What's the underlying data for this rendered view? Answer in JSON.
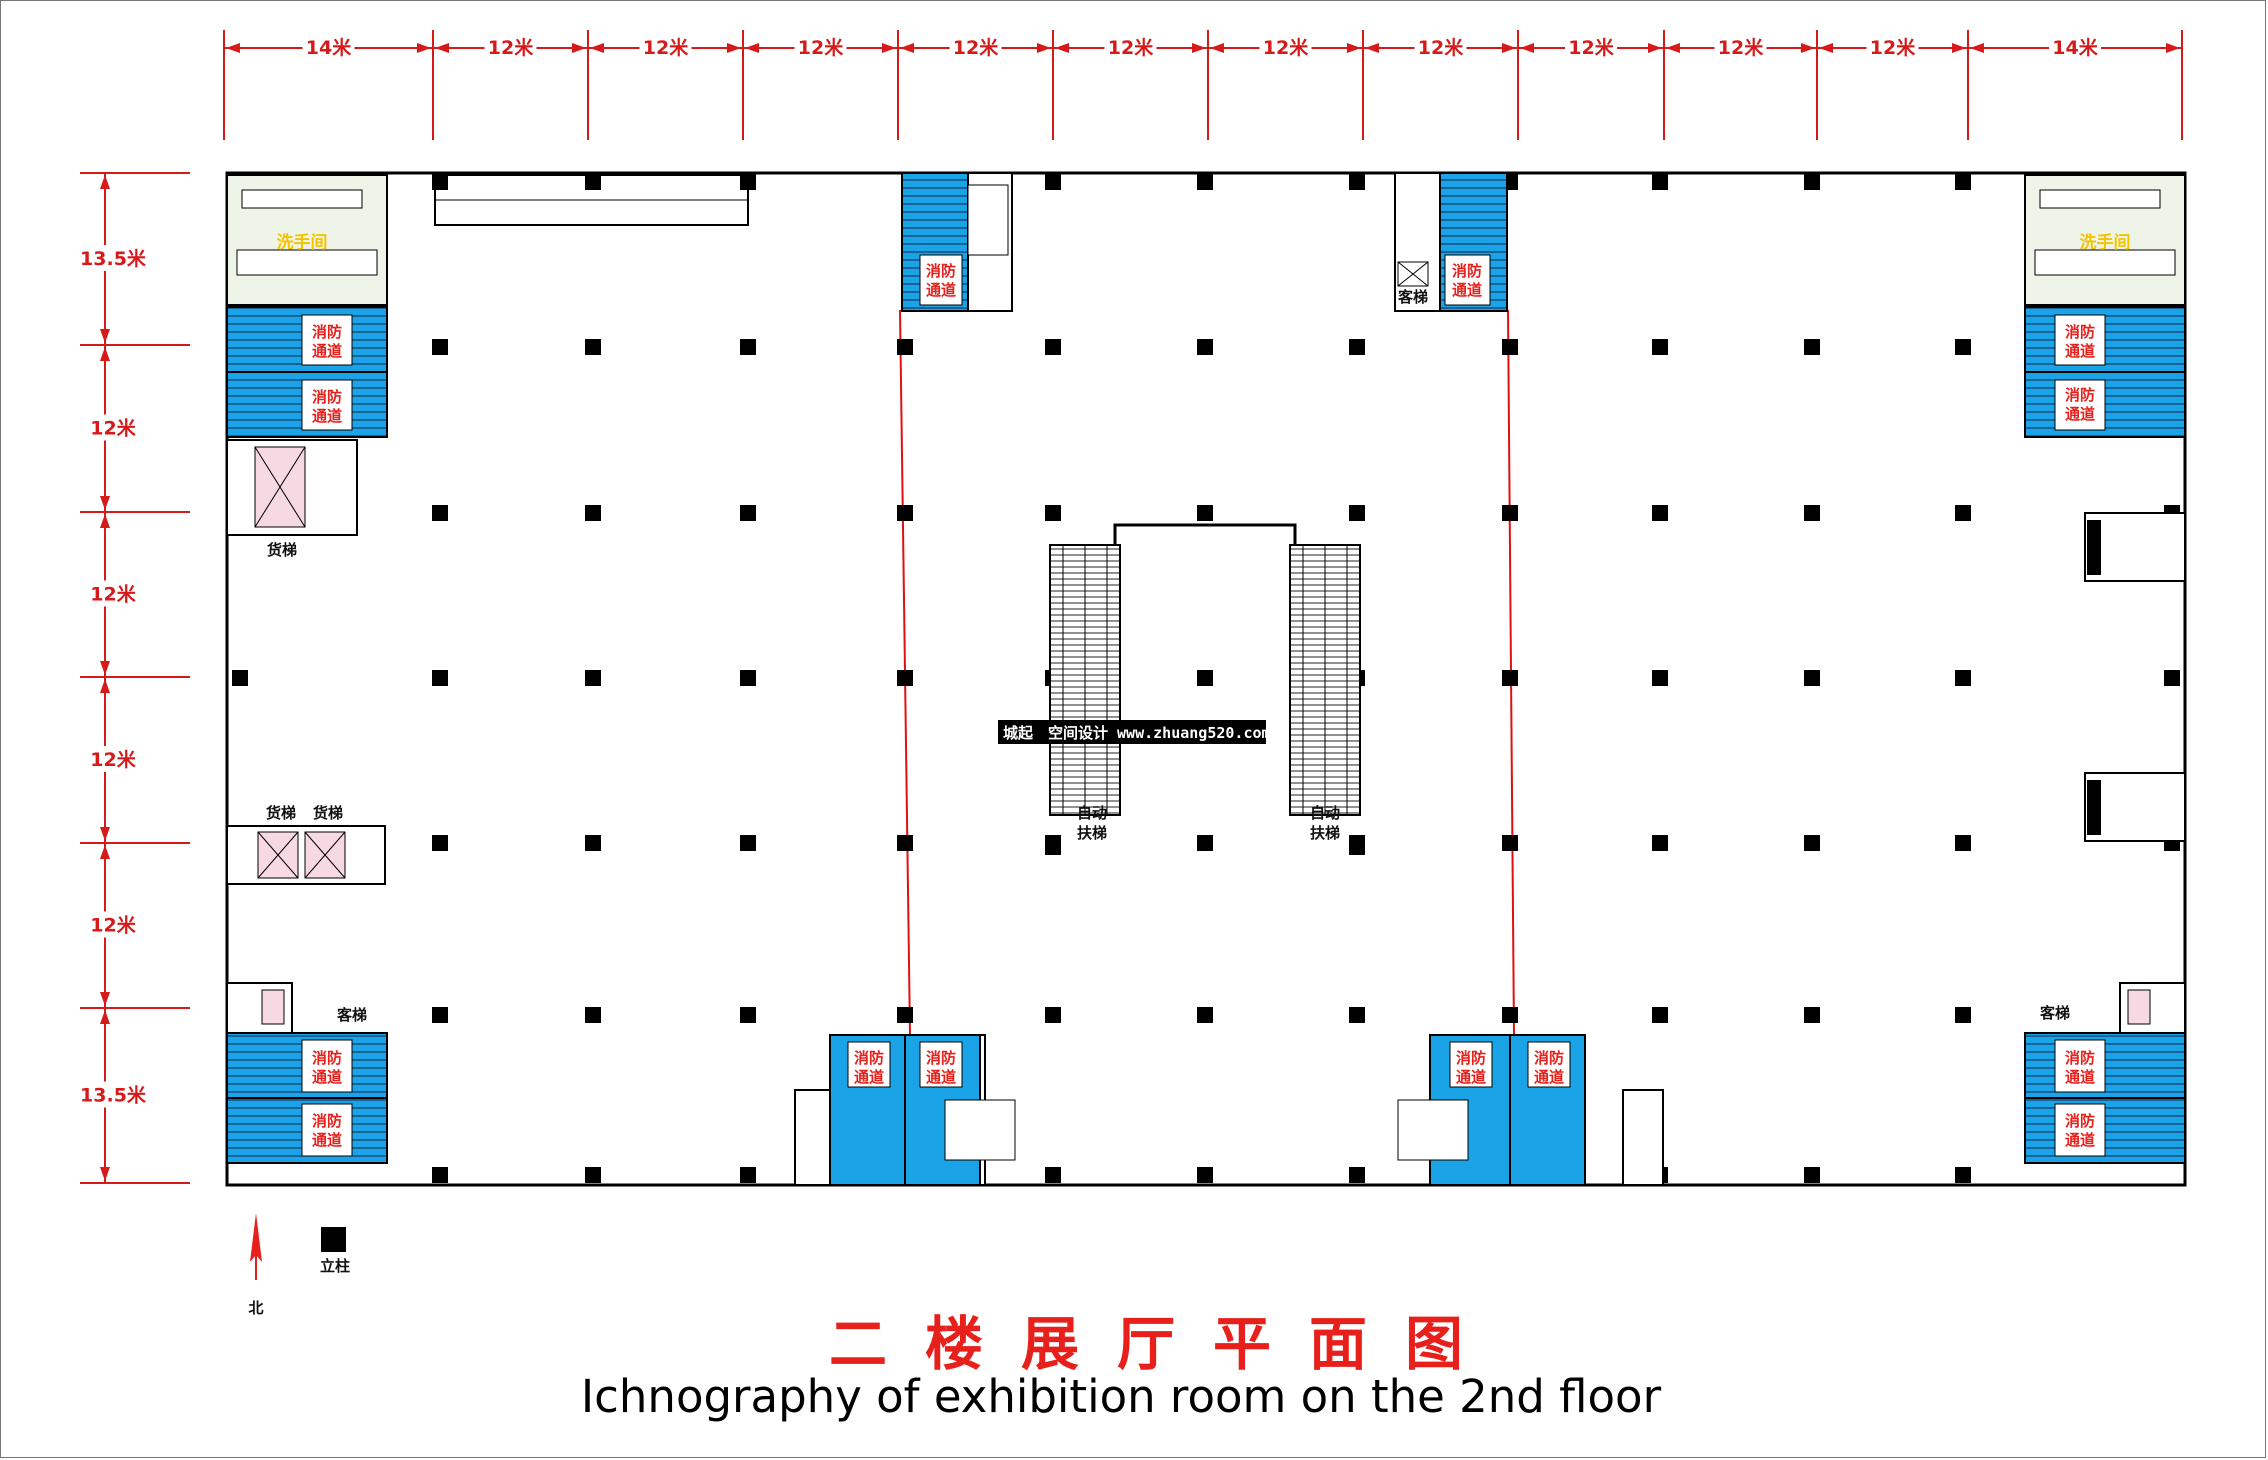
{
  "top_dimensions": [
    "14米",
    "12米",
    "12米",
    "12米",
    "12米",
    "12米",
    "12米",
    "12米",
    "12米",
    "12米",
    "12米",
    "14米"
  ],
  "left_dimensions": [
    "13.5米",
    "12米",
    "12米",
    "12米",
    "12米",
    "13.5米"
  ],
  "labels": {
    "restroom": "洗手间",
    "fire_exit_line1": "消防",
    "fire_exit_line2": "通道",
    "freight_elevator": "货梯",
    "passenger_elevator": "客梯",
    "escalator_line1": "自动",
    "escalator_line2": "扶梯"
  },
  "watermark": "城起　空间设计 www.zhuang520.com",
  "legend": {
    "north": "北",
    "column": "立柱"
  },
  "title_cn": "二楼展厅平面图",
  "title_en": "Ichnography of exhibition room on the 2nd floor",
  "colors": {
    "dimension_red": "#d61a1a",
    "stair_blue": "#1aa3e6",
    "elevator_pink": "#f7d9e3",
    "restroom_green": "#eef5e8",
    "title_red": "#e8201c"
  }
}
